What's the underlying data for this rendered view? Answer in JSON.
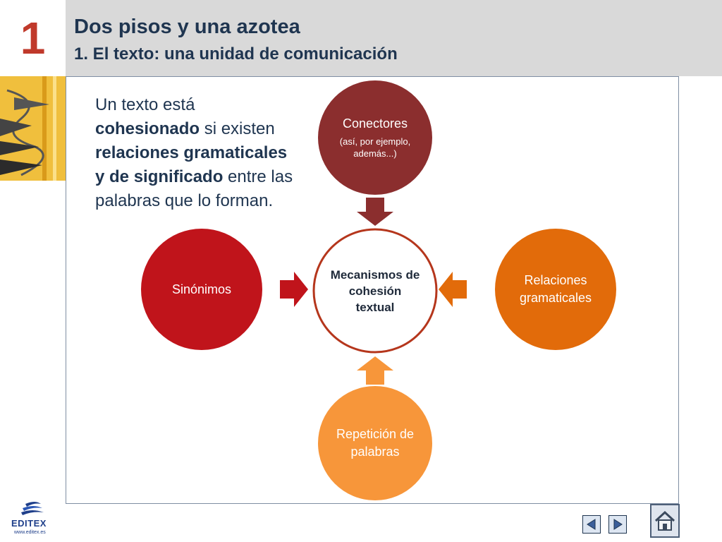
{
  "header": {
    "unit_number": "1",
    "title": "Dos pisos y una azotea",
    "subtitle": "1. El texto: una unidad de comunicación"
  },
  "intro": {
    "p1": "Un texto está ",
    "b1": "cohesionado",
    "p2": " si existen ",
    "b2": "relaciones gramaticales y de significado",
    "p3": " entre las palabras que lo forman."
  },
  "diagram": {
    "center": "Mecanismos de cohesión textual",
    "top": {
      "label": "Conectores",
      "example": "(así, por ejemplo, además...)",
      "color": "#8b2e2e"
    },
    "left": {
      "label": "Sinónimos",
      "color": "#c0141b"
    },
    "right": {
      "label": "Relaciones gramaticales",
      "color": "#e26b0a"
    },
    "bottom": {
      "label": "Repetición de palabras",
      "color": "#f7963a"
    }
  },
  "footer": {
    "logo_text": "EDITEX",
    "logo_url": "www.editex.es"
  },
  "colors": {
    "header_bg": "#d9d9d9",
    "title_text": "#1f3550",
    "unit_number": "#c0392b"
  }
}
